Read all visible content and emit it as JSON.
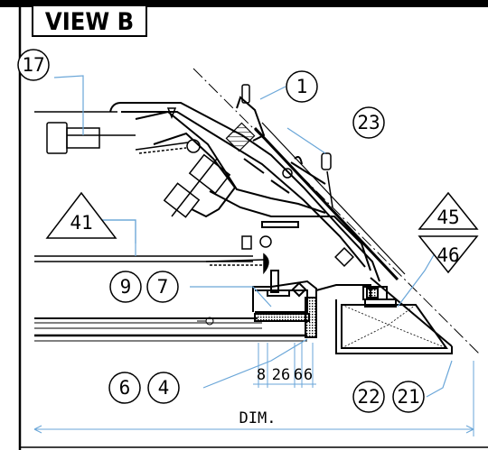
{
  "title": "VIEW B",
  "dimension_label": "DIM.",
  "dimension_values": [
    "8",
    "26",
    "6",
    "6"
  ],
  "callouts": {
    "c1": "1",
    "c17": "17",
    "c23": "23",
    "c41": "41",
    "c45": "45",
    "c46": "46",
    "c9": "9",
    "c7": "7",
    "c6": "6",
    "c4": "4",
    "c22": "22",
    "c21": "21"
  },
  "colors": {
    "ink": "#000000",
    "leader": "#6aa6d8",
    "dimension": "#6aa6d8"
  }
}
